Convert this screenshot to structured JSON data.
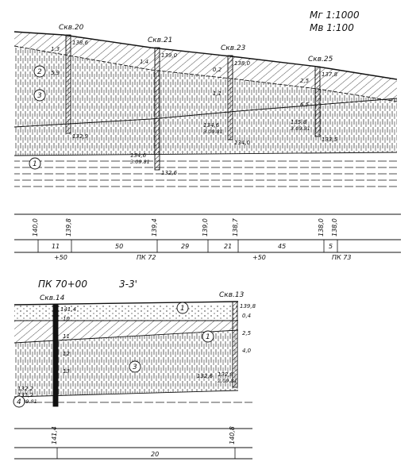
{
  "scales": {
    "horizontal": "Mг 1:1000",
    "vertical": "Mв 1:100"
  },
  "section_upper": {
    "boreholes": [
      {
        "name": "Скв.20",
        "elevation_top": "138,6",
        "elevation_bottom": "132,9",
        "depths": [
          "1,3",
          "5,9"
        ]
      },
      {
        "name": "Скв.21",
        "elevation_top": "139,0",
        "elevation_bottom": "132,6",
        "water_level": "134,6",
        "water_date": "3.09.81",
        "depths": [
          "1,4"
        ]
      },
      {
        "name": "Скв.23",
        "elevation_top": "138,0",
        "elevation_bottom": "134,0",
        "water_level": "134,6",
        "water_date": "3.09.81",
        "depths": [
          "0,2",
          "1,1"
        ]
      },
      {
        "name": "Скв.25",
        "elevation_top": "137,8",
        "elevation_bottom": "133,5",
        "water_level": "135,8",
        "water_date": "3.09.81",
        "depths": [
          "2,5",
          "6,5"
        ]
      }
    ],
    "layers": [
      "1",
      "2",
      "3"
    ],
    "profile_elevations": [
      "140,0",
      "139,8",
      "139,4",
      "139,0",
      "138,7",
      "138,0",
      "138,0"
    ],
    "distances": [
      "11",
      "50",
      "29",
      "21",
      "45",
      "5"
    ],
    "pickets": [
      "+50",
      "ПК 72",
      "+50",
      "ПК 73"
    ]
  },
  "section_lower": {
    "title": "ПК 70+00",
    "name": "3-3'",
    "boreholes": [
      {
        "name": "Скв.14",
        "elevation_top": "141,4",
        "elevation_bottom": "131,2",
        "water_level": "132,2",
        "water_date": "2.09.81",
        "depths": [
          "10",
          "11",
          "12",
          "13"
        ]
      },
      {
        "name": "Скв.13",
        "elevation_top": "139,8",
        "elevation_bottom": "132,6",
        "water_level": "132,8",
        "water_date": "2.09.81",
        "depths": [
          "0,4",
          "2,5",
          "4,0"
        ]
      }
    ],
    "labels": [
      "1",
      "1",
      "3",
      "4"
    ],
    "profile_elevations": [
      "141,4",
      "140,8"
    ],
    "distances": [
      "20"
    ]
  }
}
